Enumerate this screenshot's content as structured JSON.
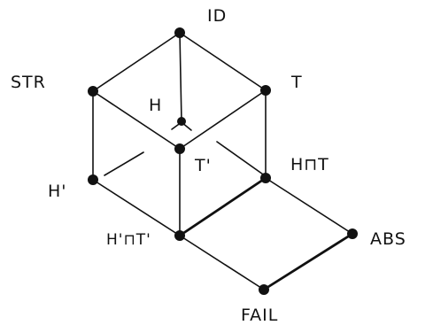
{
  "diagram": {
    "nodes": [
      {
        "id": "ID",
        "label": "ID"
      },
      {
        "id": "STR",
        "label": "STR"
      },
      {
        "id": "T",
        "label": "T"
      },
      {
        "id": "H",
        "label": "H"
      },
      {
        "id": "T_prime",
        "label": "T'"
      },
      {
        "id": "H_meet_T",
        "label": "H⊓T"
      },
      {
        "id": "H_prime",
        "label": "H'"
      },
      {
        "id": "H_prime_meet_T_prime",
        "label": "H'⊓T'"
      },
      {
        "id": "ABS",
        "label": "ABS"
      },
      {
        "id": "FAIL",
        "label": "FAIL"
      }
    ],
    "edges": [
      {
        "from": "ID",
        "to": "STR"
      },
      {
        "from": "ID",
        "to": "T"
      },
      {
        "from": "ID",
        "to": "H"
      },
      {
        "from": "STR",
        "to": "T_prime"
      },
      {
        "from": "STR",
        "to": "H_prime"
      },
      {
        "from": "T",
        "to": "T_prime"
      },
      {
        "from": "T",
        "to": "H_meet_T"
      },
      {
        "from": "H",
        "to": "H_meet_T"
      },
      {
        "from": "H",
        "to": "H_prime"
      },
      {
        "from": "T_prime",
        "to": "H_prime_meet_T_prime"
      },
      {
        "from": "H_prime",
        "to": "H_prime_meet_T_prime"
      },
      {
        "from": "H_meet_T",
        "to": "H_prime_meet_T_prime"
      },
      {
        "from": "H_meet_T",
        "to": "ABS"
      },
      {
        "from": "H_prime_meet_T_prime",
        "to": "FAIL"
      },
      {
        "from": "ABS",
        "to": "FAIL"
      }
    ]
  }
}
